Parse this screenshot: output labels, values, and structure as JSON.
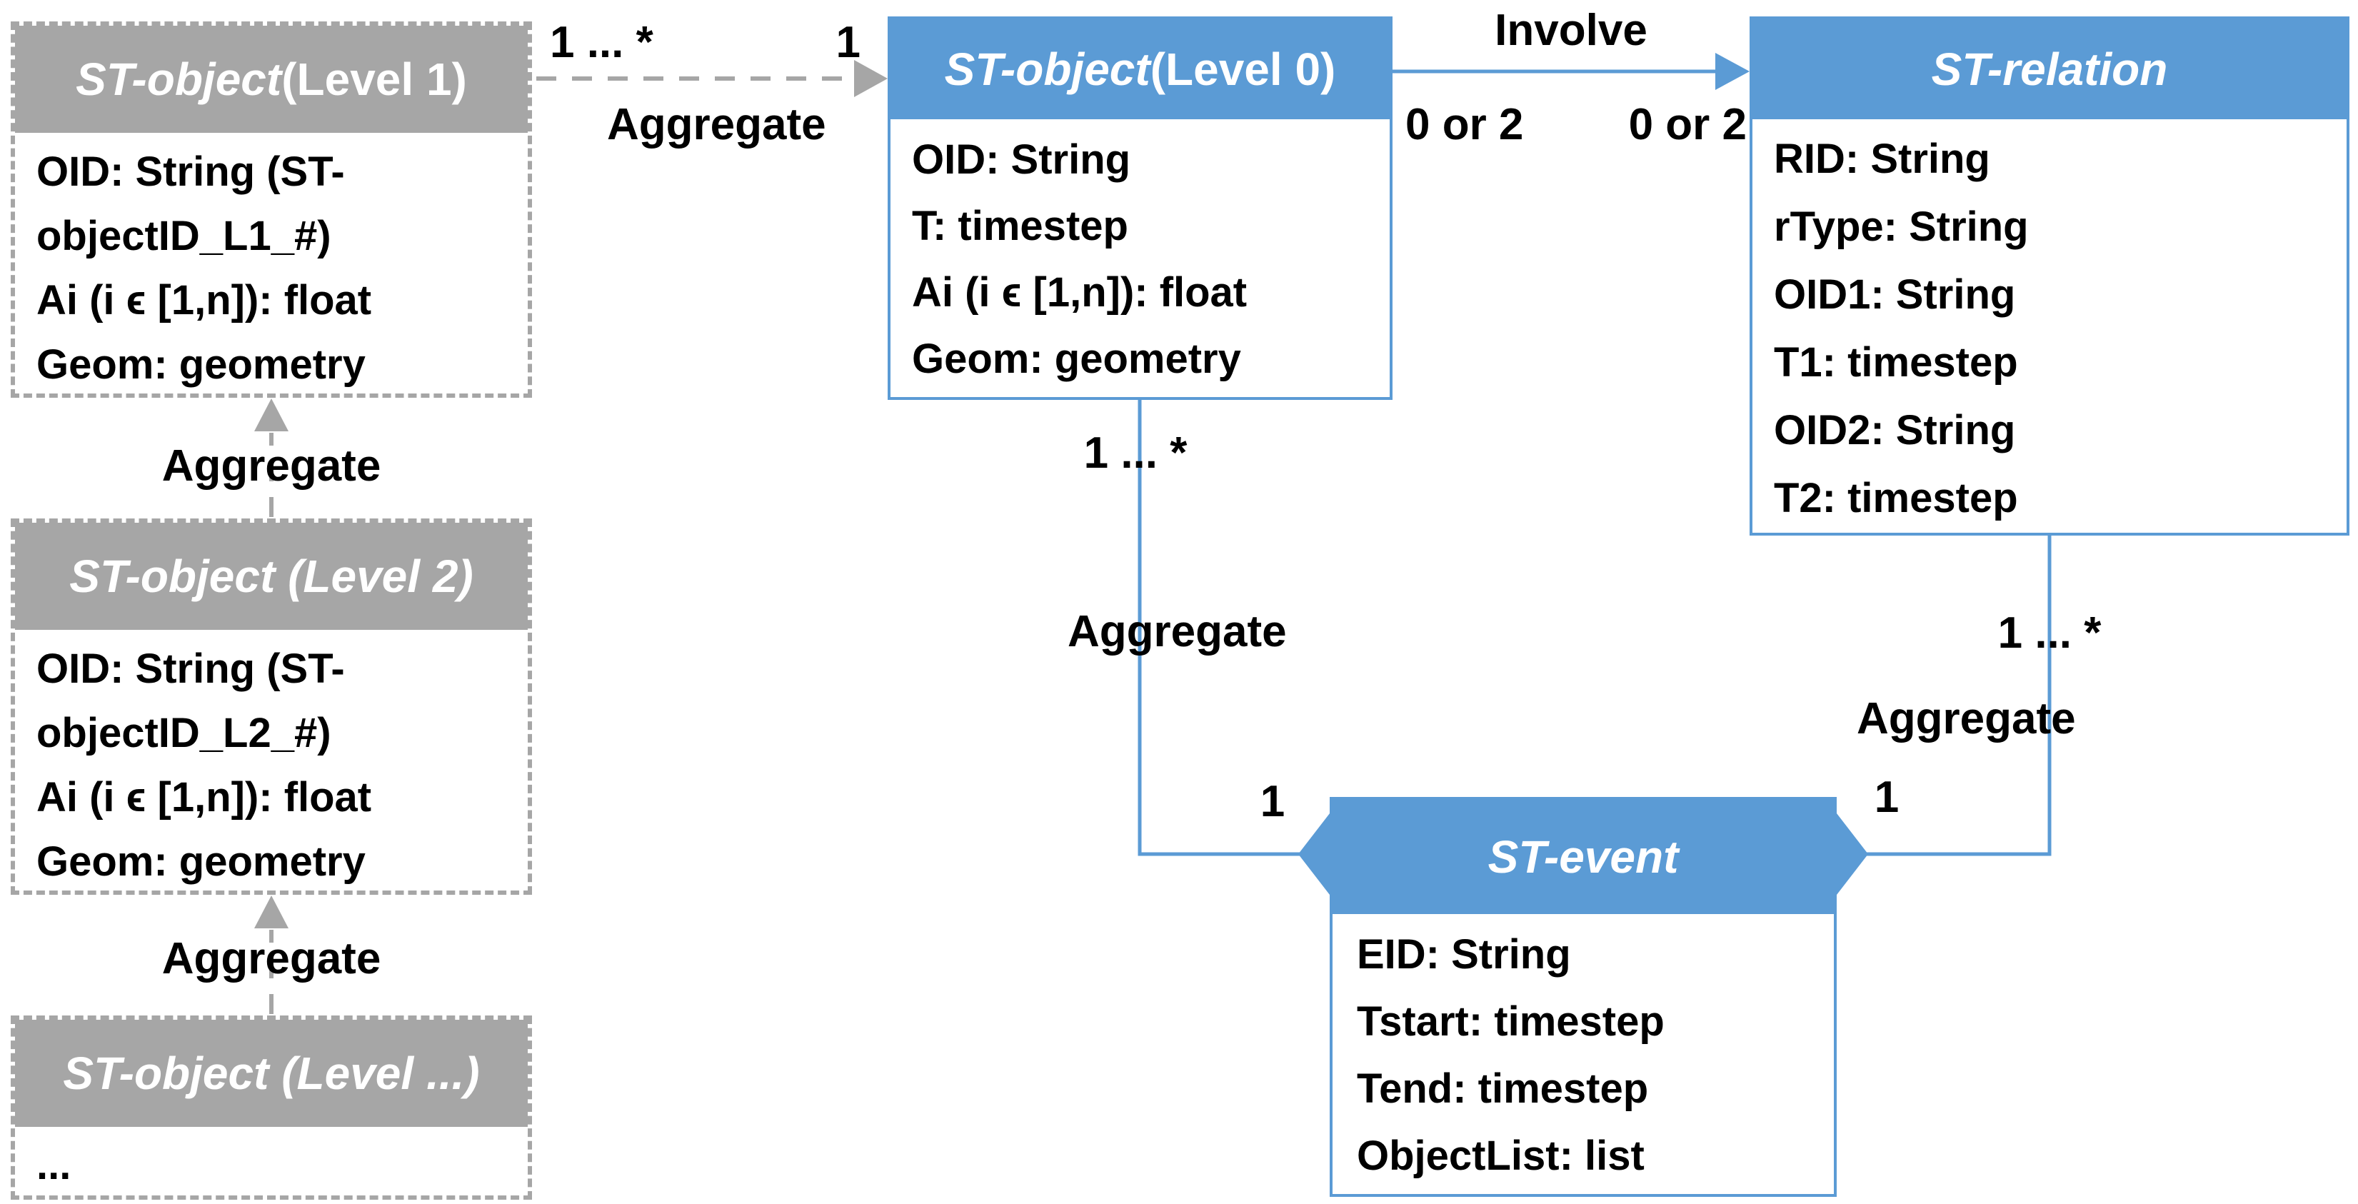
{
  "colors": {
    "accent_blue": "#5b9bd5",
    "accent_gray": "#a6a6a6",
    "text": "#000000",
    "header_text": "#ffffff",
    "background": "#ffffff"
  },
  "entities": {
    "st_object_level1": {
      "title_italic": "ST-object",
      "title_rest": " (Level 1)",
      "attributes": [
        "OID: String (ST-",
        "objectID_L1_#)",
        "Ai (i ϵ [1,n]): float",
        "Geom: geometry"
      ]
    },
    "st_object_level2": {
      "title_italic": "ST-object (Level 2)",
      "title_rest": "",
      "attributes": [
        "OID: String (ST-",
        "objectID_L2_#)",
        "Ai (i ϵ [1,n]): float",
        "Geom: geometry"
      ]
    },
    "st_object_level_n": {
      "title_italic": "ST-object (Level ...)",
      "title_rest": "",
      "attributes": [
        "..."
      ]
    },
    "st_object_level0": {
      "title_italic": "ST-object",
      "title_rest": " (Level 0)",
      "attributes": [
        "OID: String",
        "T: timestep",
        "Ai (i ϵ [1,n]): float",
        "Geom: geometry"
      ]
    },
    "st_relation": {
      "title_italic": "ST-relation",
      "title_rest": "",
      "attributes": [
        "RID: String",
        "rType: String",
        "OID1: String",
        "T1: timestep",
        "OID2: String",
        "T2: timestep"
      ]
    },
    "st_event": {
      "title_italic": "ST-event",
      "title_rest": "",
      "attributes": [
        "EID: String",
        "Tstart: timestep",
        "Tend: timestep",
        "ObjectList: list"
      ]
    }
  },
  "connectors": {
    "l1_to_l0": {
      "label": "Aggregate",
      "mult_source": "1 ... *",
      "mult_target": "1"
    },
    "l2_to_l1": {
      "label": "Aggregate"
    },
    "ln_to_l2": {
      "label": "Aggregate"
    },
    "l0_to_relation": {
      "label": "Involve",
      "mult_source": "0 or 2",
      "mult_target": "0 or 2"
    },
    "l0_to_event": {
      "mult_source": "1 ... *",
      "label": "Aggregate",
      "mult_target": "1"
    },
    "relation_to_event": {
      "mult_source": "1 ... *",
      "label": "Aggregate",
      "mult_target": "1"
    }
  }
}
